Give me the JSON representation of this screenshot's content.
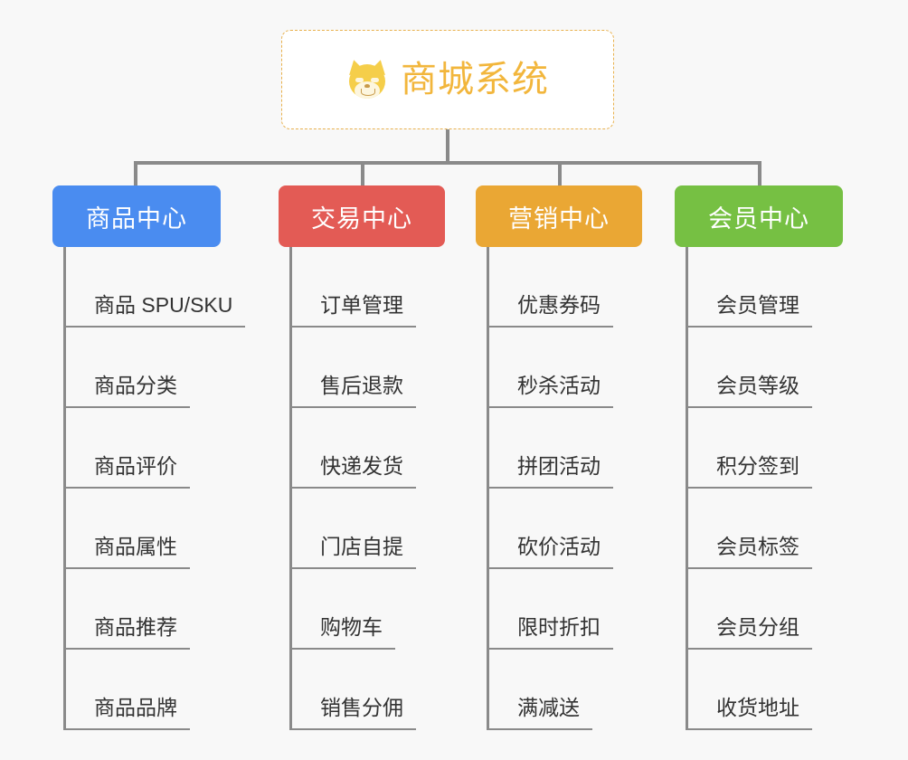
{
  "background_color": "#f8f8f8",
  "root": {
    "title": "商城系统",
    "icon": "shiba-dog-face-icon",
    "title_color": "#f2b63c",
    "border_color": "#e8b14e",
    "fill_color": "#ffffff"
  },
  "connector_color": "#8a8a8a",
  "branches": [
    {
      "label": "商品中心",
      "color": "#4a8cf0",
      "leaves": [
        "商品 SPU/SKU",
        "商品分类",
        "商品评价",
        "商品属性",
        "商品推荐",
        "商品品牌"
      ]
    },
    {
      "label": "交易中心",
      "color": "#e35b55",
      "leaves": [
        "订单管理",
        "售后退款",
        "快递发货",
        "门店自提",
        "购物车",
        "销售分佣"
      ]
    },
    {
      "label": "营销中心",
      "color": "#eaa734",
      "leaves": [
        "优惠券码",
        "秒杀活动",
        "拼团活动",
        "砍价活动",
        "限时折扣",
        "满减送"
      ]
    },
    {
      "label": "会员中心",
      "color": "#76c043",
      "leaves": [
        "会员管理",
        "会员等级",
        "积分签到",
        "会员标签",
        "会员分组",
        "收货地址"
      ]
    }
  ]
}
